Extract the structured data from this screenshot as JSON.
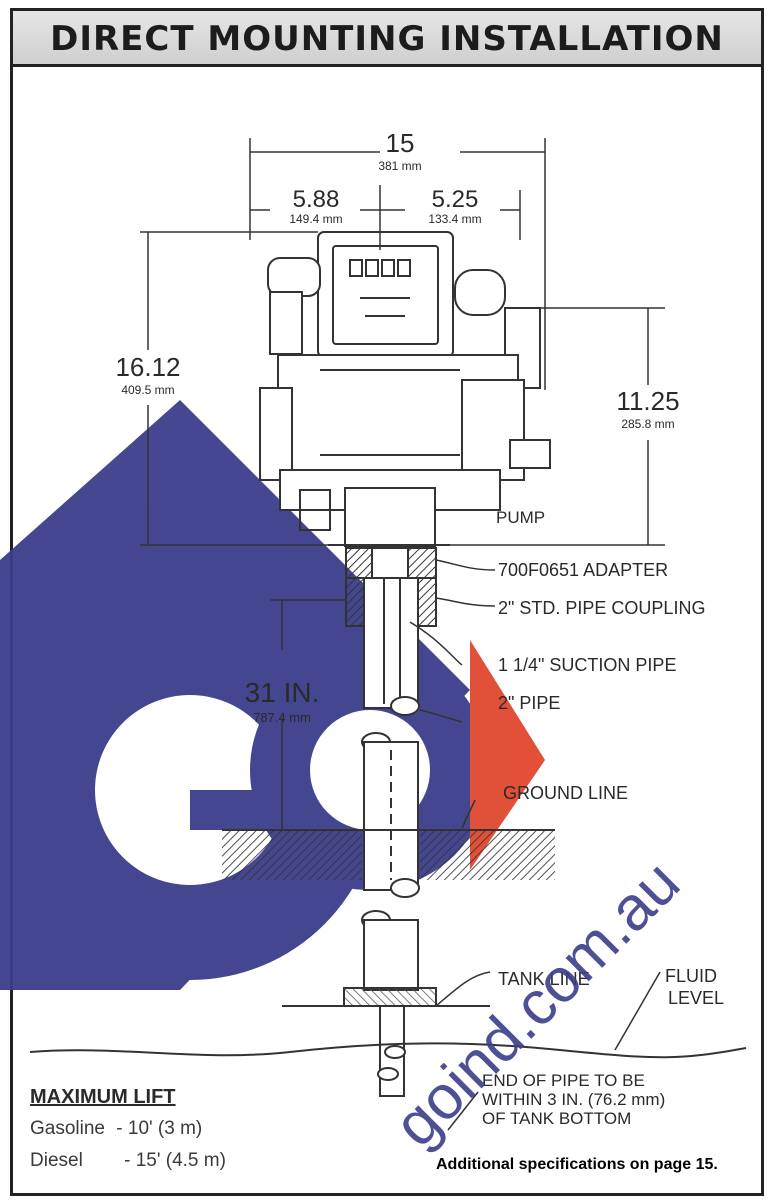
{
  "title": "DIRECT MOUNTING INSTALLATION",
  "dimensions": {
    "width_total": {
      "value": "15",
      "metric": "381 mm"
    },
    "left_offset": {
      "value": "5.88",
      "metric": "149.4 mm"
    },
    "right_offset": {
      "value": "5.25",
      "metric": "133.4 mm"
    },
    "height_total": {
      "value": "16.12",
      "metric": "409.5 mm"
    },
    "height_pump": {
      "value": "11.25",
      "metric": "285.8 mm"
    },
    "pipe_length": {
      "value": "31 IN.",
      "metric": "787.4 mm"
    }
  },
  "callouts": {
    "pump": "PUMP",
    "adapter": "700F0651 ADAPTER",
    "coupling": "2\" STD. PIPE COUPLING",
    "suction_pipe": "1 1/4\" SUCTION PIPE",
    "pipe": "2\" PIPE",
    "ground_line": "GROUND LINE",
    "tank_line": "TANK LINE",
    "fluid": "FLUID",
    "level": "LEVEL",
    "end_pipe_1": "END OF PIPE TO BE",
    "end_pipe_2": "WITHIN 3 IN. (76.2 mm)",
    "end_pipe_3": "OF TANK BOTTOM"
  },
  "max_lift": {
    "heading": "MAXIMUM LIFT",
    "gasoline_label": "Gasoline",
    "gasoline_value": "- 10' (3 m)",
    "diesel_label": "Diesel",
    "diesel_value": "- 15' (4.5 m)"
  },
  "footer": "Additional specifications on page 15.",
  "watermark": "goind.com.au",
  "colors": {
    "watermark_blue": "#3b3e8a",
    "watermark_red": "#e0472f"
  }
}
